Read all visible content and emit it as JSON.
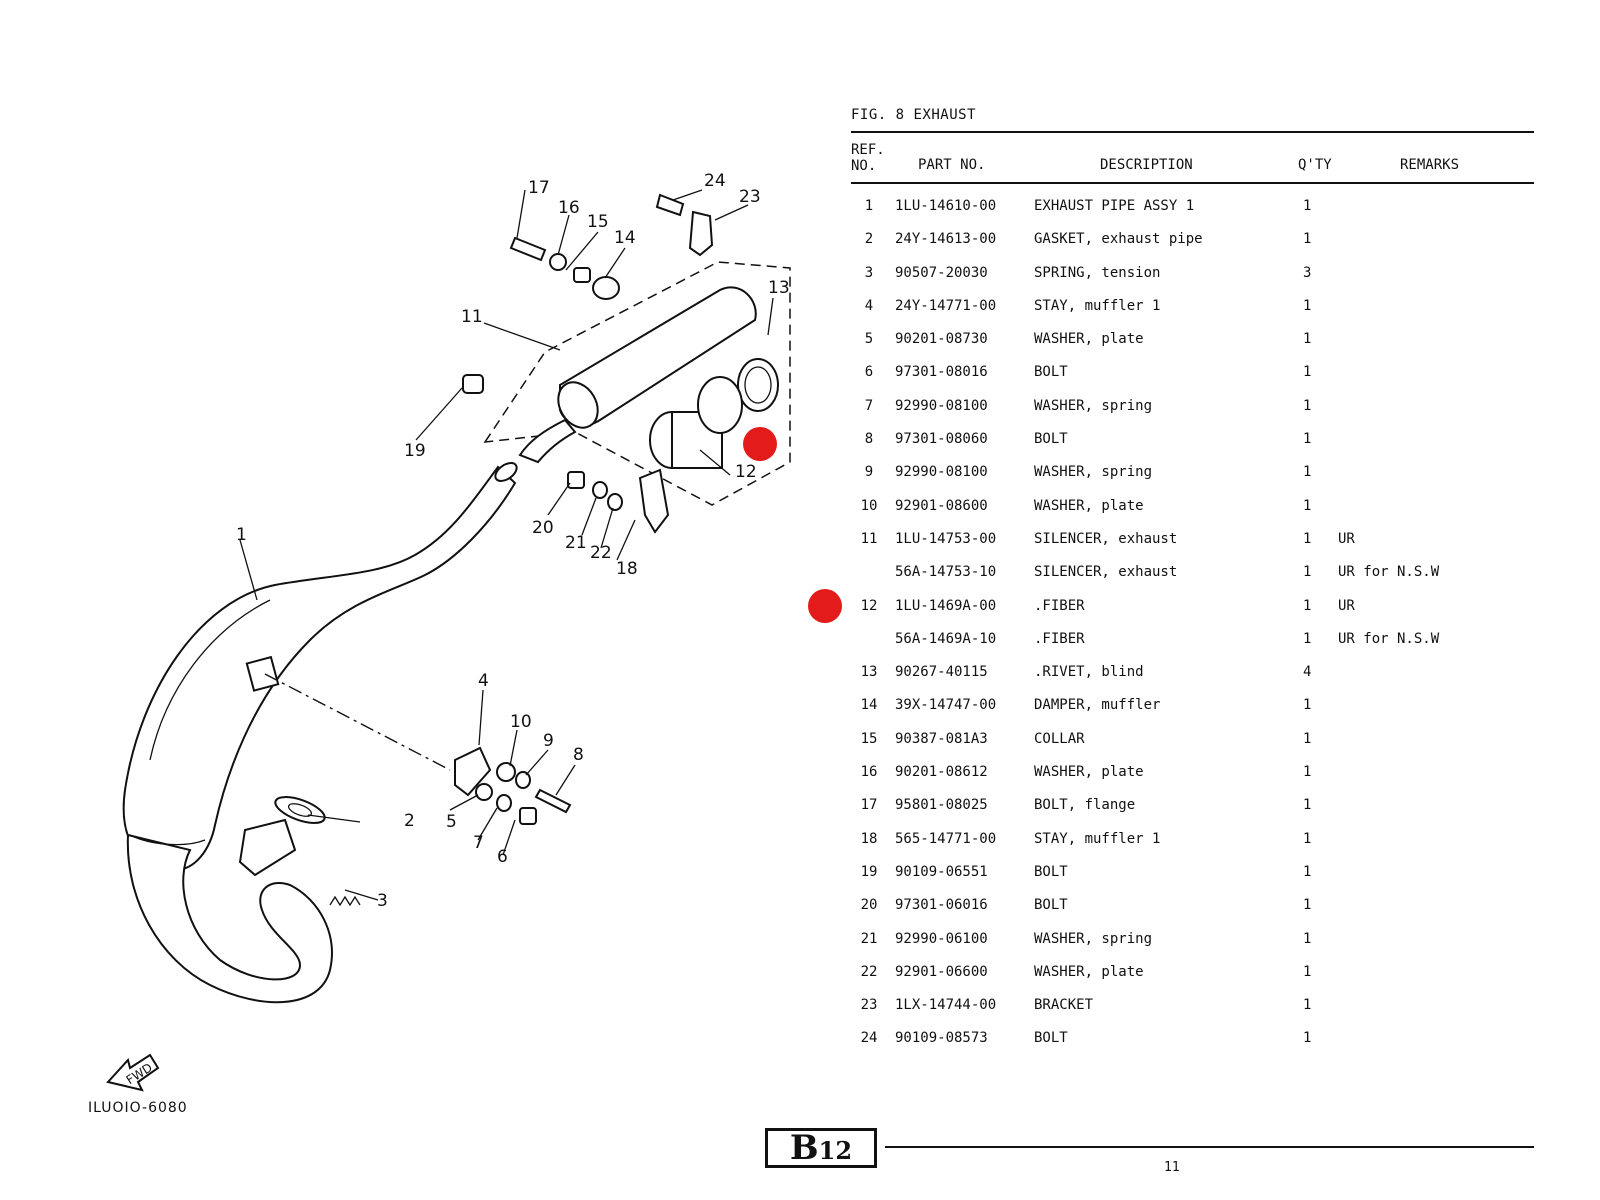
{
  "figure": {
    "title": "FIG.  8  EXHAUST"
  },
  "columns": {
    "ref_line1": "REF.",
    "ref_line2": "NO.",
    "part_no": "PART NO.",
    "description": "DESCRIPTION",
    "qty": "Q'TY",
    "remarks": "REMARKS"
  },
  "rows": [
    {
      "ref": "1",
      "part_no": "1LU-14610-00",
      "description": "EXHAUST PIPE ASSY 1",
      "qty": "1",
      "remarks": ""
    },
    {
      "ref": "2",
      "part_no": "24Y-14613-00",
      "description": "GASKET, exhaust pipe",
      "qty": "1",
      "remarks": ""
    },
    {
      "ref": "3",
      "part_no": "90507-20030",
      "description": "SPRING, tension",
      "qty": "3",
      "remarks": ""
    },
    {
      "ref": "4",
      "part_no": "24Y-14771-00",
      "description": "STAY, muffler 1",
      "qty": "1",
      "remarks": ""
    },
    {
      "ref": "5",
      "part_no": "90201-08730",
      "description": "WASHER, plate",
      "qty": "1",
      "remarks": ""
    },
    {
      "ref": "6",
      "part_no": "97301-08016",
      "description": "BOLT",
      "qty": "1",
      "remarks": ""
    },
    {
      "ref": "7",
      "part_no": "92990-08100",
      "description": "WASHER, spring",
      "qty": "1",
      "remarks": ""
    },
    {
      "ref": "8",
      "part_no": "97301-08060",
      "description": "BOLT",
      "qty": "1",
      "remarks": ""
    },
    {
      "ref": "9",
      "part_no": "92990-08100",
      "description": "WASHER, spring",
      "qty": "1",
      "remarks": ""
    },
    {
      "ref": "10",
      "part_no": "92901-08600",
      "description": "WASHER, plate",
      "qty": "1",
      "remarks": ""
    },
    {
      "ref": "11",
      "part_no": "1LU-14753-00",
      "description": "SILENCER, exhaust",
      "qty": "1",
      "remarks": "UR"
    },
    {
      "ref": "",
      "part_no": "56A-14753-10",
      "description": "SILENCER, exhaust",
      "qty": "1",
      "remarks": "UR for N.S.W"
    },
    {
      "ref": "12",
      "part_no": "1LU-1469A-00",
      "description": ".FIBER",
      "qty": "1",
      "remarks": "UR"
    },
    {
      "ref": "",
      "part_no": "56A-1469A-10",
      "description": ".FIBER",
      "qty": "1",
      "remarks": "UR for N.S.W"
    },
    {
      "ref": "13",
      "part_no": "90267-40115",
      "description": ".RIVET, blind",
      "qty": "4",
      "remarks": ""
    },
    {
      "ref": "14",
      "part_no": "39X-14747-00",
      "description": "DAMPER, muffler",
      "qty": "1",
      "remarks": ""
    },
    {
      "ref": "15",
      "part_no": "90387-081A3",
      "description": "COLLAR",
      "qty": "1",
      "remarks": ""
    },
    {
      "ref": "16",
      "part_no": "90201-08612",
      "description": "WASHER, plate",
      "qty": "1",
      "remarks": ""
    },
    {
      "ref": "17",
      "part_no": "95801-08025",
      "description": "BOLT, flange",
      "qty": "1",
      "remarks": ""
    },
    {
      "ref": "18",
      "part_no": "565-14771-00",
      "description": "STAY, muffler 1",
      "qty": "1",
      "remarks": ""
    },
    {
      "ref": "19",
      "part_no": "90109-06551",
      "description": "BOLT",
      "qty": "1",
      "remarks": ""
    },
    {
      "ref": "20",
      "part_no": "97301-06016",
      "description": "BOLT",
      "qty": "1",
      "remarks": ""
    },
    {
      "ref": "21",
      "part_no": "92990-06100",
      "description": "WASHER, spring",
      "qty": "1",
      "remarks": ""
    },
    {
      "ref": "22",
      "part_no": "92901-06600",
      "description": "WASHER, plate",
      "qty": "1",
      "remarks": ""
    },
    {
      "ref": "23",
      "part_no": "1LX-14744-00",
      "description": "BRACKET",
      "qty": "1",
      "remarks": ""
    },
    {
      "ref": "24",
      "part_no": "90109-08573",
      "description": "BOLT",
      "qty": "1",
      "remarks": ""
    }
  ],
  "highlight": {
    "ref": "12",
    "color": "#e31b1b"
  },
  "diagram": {
    "callouts": [
      "1",
      "2",
      "3",
      "4",
      "5",
      "6",
      "7",
      "8",
      "9",
      "10",
      "11",
      "12",
      "13",
      "14",
      "15",
      "16",
      "17",
      "18",
      "19",
      "20",
      "21",
      "22",
      "23",
      "24"
    ],
    "fwd_label": "FWD",
    "code": "ILUOIO-6080"
  },
  "footer": {
    "section_big": "B",
    "section_small": "12",
    "page_number": "11"
  }
}
